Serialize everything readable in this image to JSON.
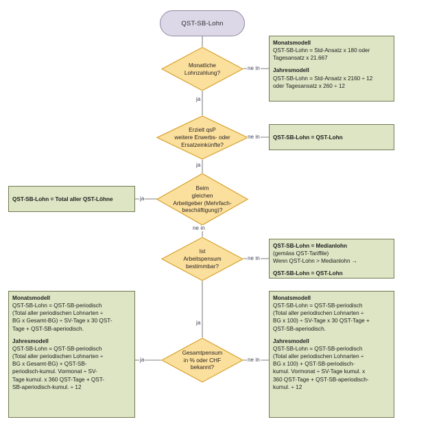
{
  "diagram": {
    "title": "QST-SB-Lohn Entscheidungsdiagramm",
    "type": "flowchart",
    "colors": {
      "start_fill": "#ddd8e8",
      "start_stroke": "#8f88a0",
      "decision_fill": "#fbdf9d",
      "decision_stroke": "#d6a02b",
      "process_fill": "#dde5c4",
      "process_stroke": "#6f7a4e",
      "connector": "#7f7f7f",
      "label_text": "#3a3a52"
    },
    "start": {
      "label": "QST-SB-Lohn"
    },
    "edge_labels": {
      "ja": "ja",
      "nein": "ne in"
    },
    "decisions": [
      {
        "id": "d1",
        "lines": [
          "Monatliche",
          "Lohnzahlung?"
        ]
      },
      {
        "id": "d2",
        "lines": [
          "Erzielt qsP",
          "weitere Erwerbs- oder",
          "Ersatzeinkünfte?"
        ]
      },
      {
        "id": "d3",
        "lines": [
          "Beim",
          "gleichen",
          "Arbeitgeber (Mehrfach-",
          "beschäftigung)?"
        ]
      },
      {
        "id": "d4",
        "lines": [
          "Ist",
          "Arbeitspensum",
          "bestimmbar?"
        ]
      },
      {
        "id": "d5",
        "lines": [
          "Gesamtpensum",
          "in % oder CHF",
          "bekannt?"
        ]
      }
    ],
    "boxes": {
      "b1_models": {
        "blocks": [
          {
            "heading": "Monatsmodell",
            "lines": [
              "QST-SB-Lohn = Std-Ansatz x 180  oder",
              "Tagesansatz x 21.667"
            ]
          },
          {
            "heading": "Jahresmodell",
            "lines": [
              "QST-SB-Lohn = Std-Ansatz x 2160 ÷ 12",
              "oder Tagesansatz x 260 ÷ 12"
            ]
          }
        ]
      },
      "b2_qstlohn": {
        "blocks": [
          {
            "heading": "QST-SB-Lohn = QST-Lohn",
            "lines": []
          }
        ]
      },
      "b3_total": {
        "blocks": [
          {
            "heading": "QST-SB-Lohn = Total aller QST-Löhne",
            "lines": []
          }
        ]
      },
      "b4_median": {
        "blocks": [
          {
            "heading": "QST-SB-Lohn = Medianlohn",
            "lines": [
              "(gemäss QST-Tariffile)",
              "Wenn QST-Lohn > Medianlohn →"
            ]
          },
          {
            "heading": "QST-SB-Lohn = QST-Lohn",
            "lines": []
          }
        ]
      },
      "b5_left_models": {
        "blocks": [
          {
            "heading": "Monatsmodell",
            "lines": [
              "QST-SB-Lohn = QST-SB-periodisch",
              "(Total aller periodischen Lohnarten ÷",
              "BG x Gesamt-BG) ÷ SV-Tage x 30 QST-",
              "Tage + QST-SB-aperiodisch."
            ]
          },
          {
            "heading": "Jahresmodell",
            "lines": [
              "QST-SB-Lohn = QST-SB-periodisch",
              "(Total aller periodischen Lohnarten ÷",
              "BG x Gesamt-BG) +  QST-SB-",
              "periodisch-kumul. Vormonat ÷ SV-",
              "Tage kumul. x 360 QST-Tage + QST-",
              "SB-aperiodisch-kumul. ÷ 12"
            ]
          }
        ]
      },
      "b6_right_models": {
        "blocks": [
          {
            "heading": "Monatsmodell",
            "lines": [
              "QST-SB-Lohn = QST-SB-periodisch",
              "(Total aller periodischen Lohnarten ÷",
              "BG x 100) ÷ SV-Tage x 30 QST-Tage +",
              "QST-SB-aperiodisch."
            ]
          },
          {
            "heading": "Jahresmodell",
            "lines": [
              "QST-SB-Lohn = QST-SB-periodisch",
              "(Total aller periodischen Lohnarten ÷",
              "BG x 100) +  QST-SB-periodisch-",
              "kumul. Vormonat ÷ SV-Tage kumul. x",
              "360 QST-Tage + QST-SB-aperiodisch-",
              "kumul. ÷ 12"
            ]
          }
        ]
      }
    }
  }
}
